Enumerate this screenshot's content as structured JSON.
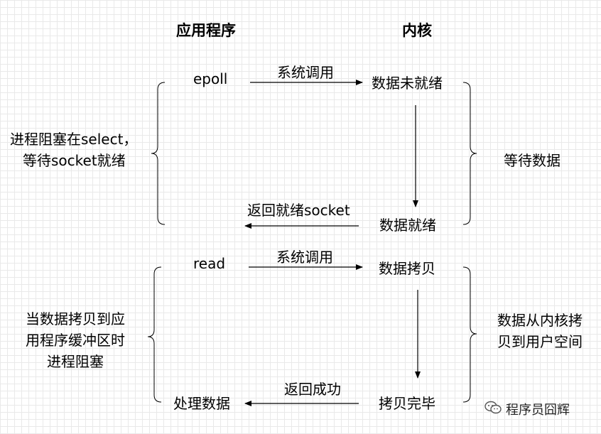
{
  "headers": {
    "app": "应用程序",
    "kernel": "内核"
  },
  "epoll": {
    "app_call": "epoll",
    "syscall": "系统调用",
    "kernel_state1": "数据未就绪",
    "kernel_state2": "数据就绪",
    "return_label": "返回就绪socket",
    "left_note": [
      "进程阻塞在select，",
      "等待socket就绪"
    ],
    "right_note": "等待数据"
  },
  "read": {
    "app_call": "read",
    "syscall": "系统调用",
    "kernel_state1": "数据拷贝",
    "kernel_state2": "拷贝完毕",
    "return_label": "返回成功",
    "app_end": "处理数据",
    "left_note": [
      "当数据拷贝到应",
      "用程序缓冲区时",
      "进程阻塞"
    ],
    "right_note": [
      "数据从内核拷",
      "贝到用户空间"
    ]
  },
  "watermark": {
    "icon": "wechat-icon",
    "text": "程序员囧辉"
  }
}
